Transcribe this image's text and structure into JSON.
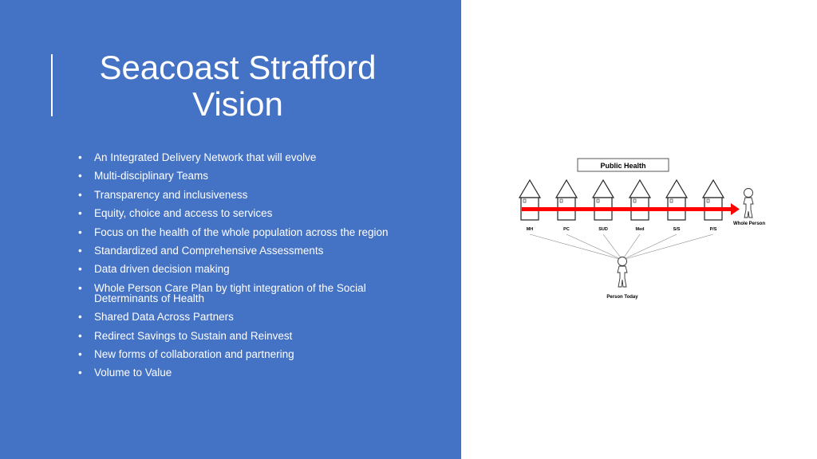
{
  "slide": {
    "title_line1": "Seacoast Strafford",
    "title_line2": "Vision",
    "bullets": [
      "An Integrated Delivery Network that will evolve",
      "Multi-disciplinary Teams",
      "Transparency and inclusiveness",
      "Equity, choice and access to services",
      "Focus on the health of the whole population across the region",
      "Standardized and Comprehensive Assessments",
      "Data driven decision making",
      "Whole Person Care Plan by tight integration of the  Social Determinants of Health",
      "Shared Data Across Partners",
      "Redirect Savings to Sustain and Reinvest",
      "New forms of collaboration and partnering",
      "Volume to Value"
    ]
  },
  "diagram": {
    "header_box": "Public Health",
    "silos": [
      "MH",
      "PC",
      "SUD",
      "Med",
      "S/S",
      "P/S"
    ],
    "person_today": "Person Today",
    "whole_person": "Whole Person",
    "arrow_color": "#ff0000",
    "panel_color": "#4472c4",
    "accent_color": "#ffffff"
  }
}
